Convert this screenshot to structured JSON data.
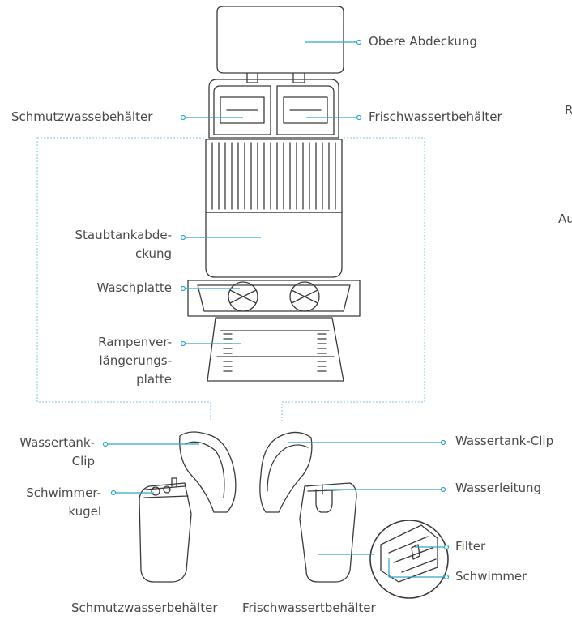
{
  "labels": {
    "obere_abdeckung": "Obere Abdeckung",
    "schmutzwassebehaelter": "Schmutzwassebehälter",
    "frischwassertbehaelter": "Frischwassertbehälter",
    "staubtank_l1": "Staubtankabde-",
    "staubtank_l2": "ckung",
    "waschplatte": "Waschplatte",
    "rampe_l1": "Rampenver-",
    "rampe_l2": "längerungs-",
    "rampe_l3": "platte",
    "clip_left_l1": "Wassertank-",
    "clip_left_l2": "Clip",
    "clip_right": "Wassertank-Clip",
    "schwimmer_l1": "Schwimmer-",
    "schwimmer_l2": "kugel",
    "wasserleitung": "Wasserleitung",
    "filter": "Filter",
    "schwimmer": "Schwimmer",
    "edge_r": "R",
    "edge_au": "Au"
  },
  "captions": {
    "left": "Schmutzwasserbehälter",
    "right": "Frischwassertbehälter"
  },
  "colors": {
    "leader": "#2ea8c9",
    "outline": "#3a3a3a",
    "dotted": "#7fc6dc",
    "text": "#4a4a4a"
  }
}
